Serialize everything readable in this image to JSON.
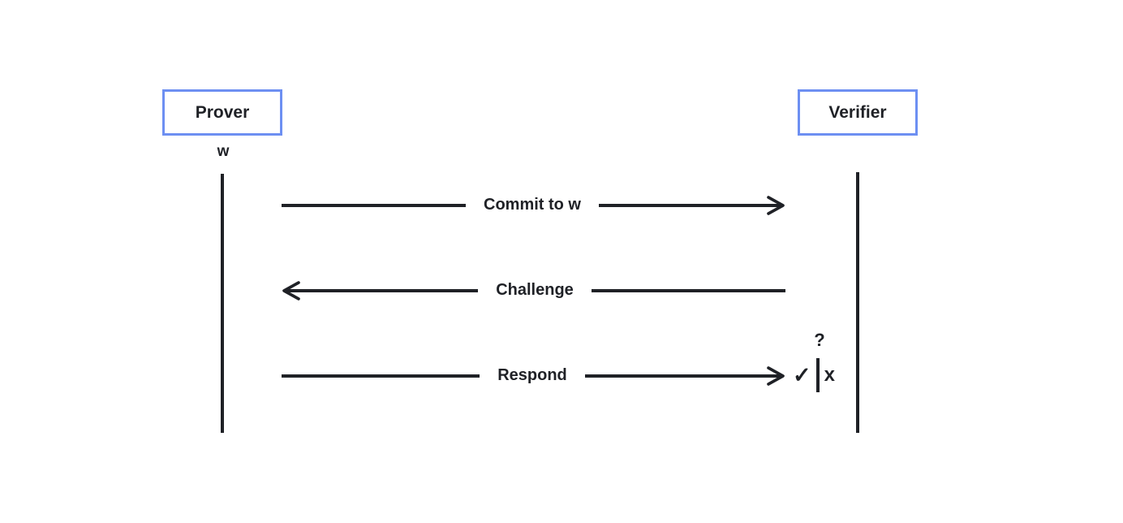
{
  "diagram": {
    "actors": [
      {
        "label": "Prover"
      },
      {
        "label": "Verifier"
      }
    ],
    "prover_annotation": "w",
    "messages": [
      {
        "label": "Commit to w",
        "direction": "right",
        "from": "Prover",
        "to": "Verifier"
      },
      {
        "label": "Challenge",
        "direction": "left",
        "from": "Verifier",
        "to": "Prover"
      },
      {
        "label": "Respond",
        "direction": "right",
        "from": "Prover",
        "to": "Verifier"
      }
    ],
    "verdict": {
      "question_mark": "?",
      "accept_mark": "✓",
      "reject_mark": "x"
    },
    "colors": {
      "box_border": "#6d8ff2",
      "ink": "#1f2126",
      "background": "#ffffff"
    }
  }
}
